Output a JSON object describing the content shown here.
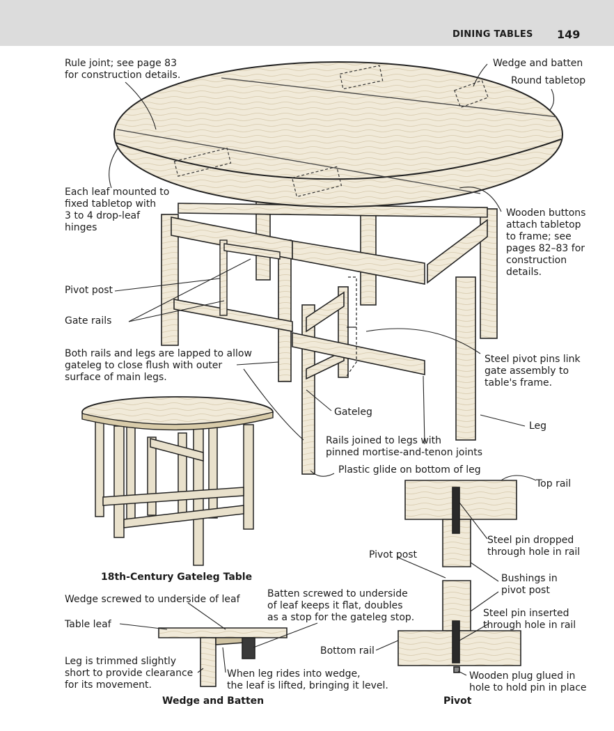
{
  "header": {
    "running_head": "DINING TABLES",
    "page_number": "149"
  },
  "labels": {
    "rule_joint": [
      "Rule joint; see page 83",
      "for construction details."
    ],
    "wedge_batten_top": "Wedge and batten",
    "round_tabletop": "Round tabletop",
    "each_leaf": [
      "Each leaf mounted to",
      "fixed tabletop with",
      "3 to 4 drop-leaf",
      "hinges"
    ],
    "wooden_buttons": [
      "Wooden buttons",
      "attach tabletop",
      "to frame; see",
      "pages 82–83 for",
      "construction",
      "details."
    ],
    "pivot_post": "Pivot post",
    "gate_rails": "Gate rails",
    "both_rails": [
      "Both rails and legs are lapped to allow",
      "gateleg to close flush with outer",
      "surface of main legs."
    ],
    "steel_pivot_pins": [
      "Steel pivot pins link",
      "gate assembly to",
      "table's frame."
    ],
    "gateleg": "Gateleg",
    "leg": "Leg",
    "rails_joined": [
      "Rails joined to legs with",
      "pinned mortise-and-tenon joints"
    ],
    "plastic_glide": "Plastic glide on bottom of leg",
    "top_rail": "Top rail",
    "steel_pin_dropped": [
      "Steel pin dropped",
      "through hole in rail"
    ],
    "pivot_post_detail": "Pivot post",
    "bushings": [
      "Bushings in",
      "pivot post"
    ],
    "steel_pin_inserted": [
      "Steel pin inserted",
      "through hole in rail"
    ],
    "bottom_rail": "Bottom rail",
    "wooden_plug": [
      "Wooden plug glued in",
      "hole to hold pin in place"
    ],
    "wedge_screwed": "Wedge screwed to underside of leaf",
    "batten_screwed": [
      "Batten screwed to underside",
      "of leaf keeps it flat, doubles",
      "as a stop for the gateleg stop."
    ],
    "table_leaf": "Table leaf",
    "leg_trimmed": [
      "Leg is trimmed slightly",
      "short to provide clearance",
      "for its movement."
    ],
    "when_leg_rides": [
      "When leg rides into wedge,",
      "the leaf is lifted, bringing it level."
    ]
  },
  "captions": {
    "gateleg_table": "18th-Century Gateleg Table",
    "wedge_and_batten": "Wedge and Batten",
    "pivot": "Pivot"
  }
}
